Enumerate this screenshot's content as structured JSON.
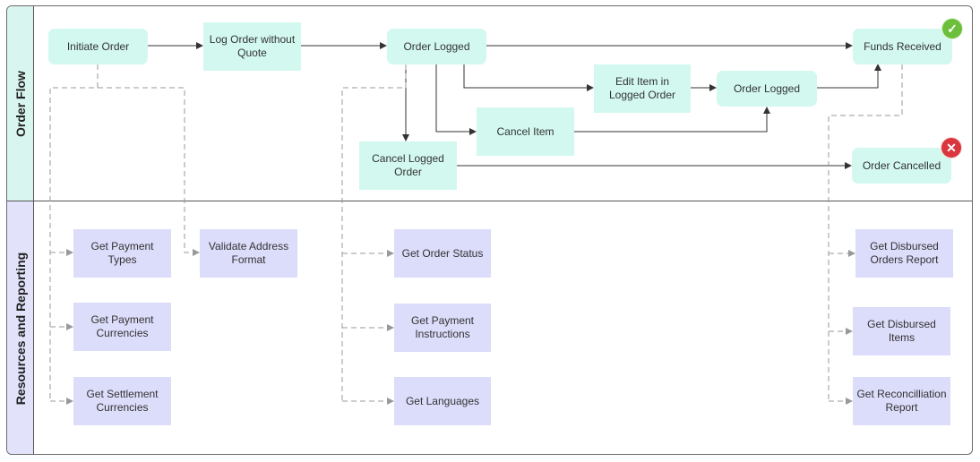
{
  "lanes": {
    "order_flow": "Order Flow",
    "resources": "Resources and Reporting"
  },
  "flow_nodes": {
    "initiate_order": "Initiate Order",
    "log_order_without_quote": "Log Order without Quote",
    "order_logged": "Order Logged",
    "funds_received": "Funds Received",
    "edit_item": "Edit Item in Logged Order",
    "order_logged_2": "Order Logged",
    "cancel_item": "Cancel Item",
    "cancel_logged_order": "Cancel Logged Order",
    "order_cancelled": "Order Cancelled"
  },
  "resource_nodes": {
    "get_payment_types": "Get Payment Types",
    "get_payment_currencies": "Get Payment Currencies",
    "get_settlement_currencies": "Get Settlement Currencies",
    "validate_address_format": "Validate Address Format",
    "get_order_status": "Get Order Status",
    "get_payment_instructions": "Get Payment Instructions",
    "get_languages": "Get Languages",
    "get_disbursed_orders_report": "Get Disbursed Orders Report",
    "get_disbursed_items": "Get Disbursed Items",
    "get_reconciliation_report": "Get Reconcilliation Report"
  },
  "badges": {
    "success_icon": "check-circle",
    "cancel_icon": "x-circle",
    "success_color": "#6bbf3b",
    "cancel_color": "#d9363e"
  },
  "colors": {
    "flow_node": "#d2f8ef",
    "resource_node": "#dcdcfb",
    "flow_lane": "#d8f6ef",
    "resource_lane": "#e2e2fb"
  }
}
